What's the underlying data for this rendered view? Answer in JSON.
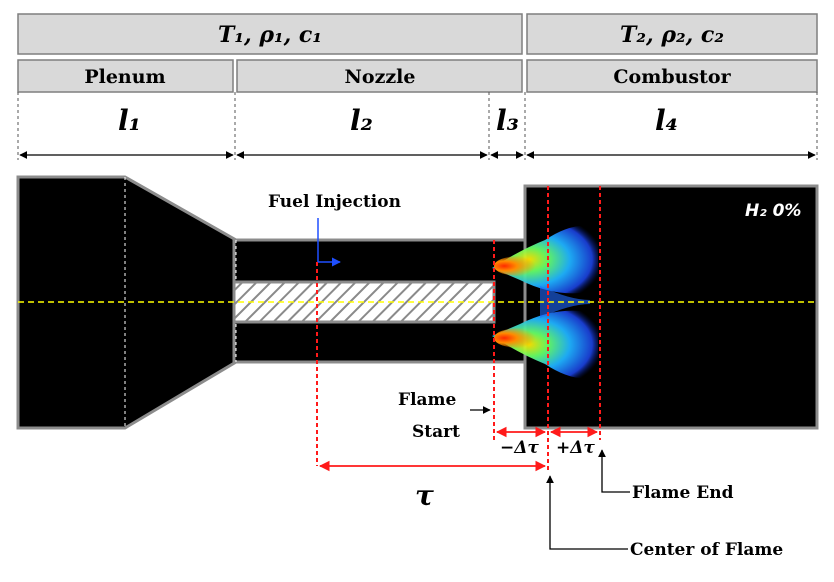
{
  "headers": {
    "upstream_props": "T₁, ρ₁, c₁",
    "downstream_props": "T₂, ρ₂, c₂",
    "plenum": "Plenum",
    "nozzle": "Nozzle",
    "combustor": "Combustor"
  },
  "lengths": {
    "l1": "l₁",
    "l2": "l₂",
    "l3": "l₃",
    "l4": "l₄"
  },
  "labels": {
    "fuel_injection": "Fuel Injection",
    "h2_label": "H₂ 0%",
    "flame_start_line1": "Flame",
    "flame_start_line2": "Start",
    "minus_dtau": "−Δτ",
    "plus_dtau": "+Δτ",
    "tau": "τ",
    "flame_end": "Flame End",
    "center_of_flame": "Center of Flame"
  },
  "colors": {
    "header_fill": "#d9d9d9",
    "body_fill": "#000000",
    "wall": "#8c8c8c",
    "marker_red": "#ff1a1a",
    "centerline": "#ffff00",
    "injection_arrow": "#1f4fff"
  }
}
